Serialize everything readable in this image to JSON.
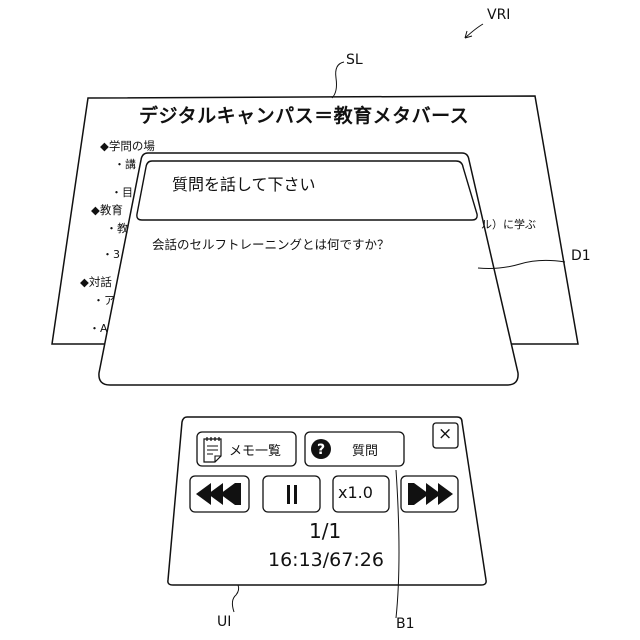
{
  "labels": {
    "vri": "VRI",
    "sl": "SL",
    "d1": "D1",
    "ui": "UI",
    "b1": "B1"
  },
  "slide": {
    "title": "デジタルキャンパス＝教育メタバース",
    "bullet1": "◆学問の場",
    "line1a": "・講",
    "line1b": "・目",
    "bullet2": "◆教育",
    "line2a": "・教",
    "line2b": "・3",
    "line2c": "ル）に学ぶ",
    "bullet3": "◆対話",
    "line3a": "・ア",
    "line3b": "・A"
  },
  "dialog": {
    "title": "質問を話して下さい",
    "question": "会話のセルフトレーニングとは何ですか？"
  },
  "panel": {
    "memo_label": "メモ一覧",
    "question_label": "質問",
    "close_label": "×",
    "speed_label": "x1.0",
    "counter": "1/1",
    "time": "16:13/67:26"
  }
}
